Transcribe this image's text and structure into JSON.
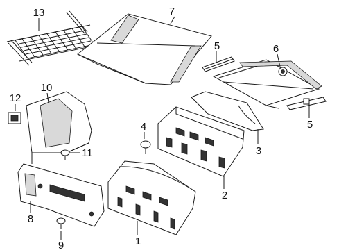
{
  "diagram": {
    "callouts": [
      {
        "id": "c1",
        "label": "1"
      },
      {
        "id": "c2",
        "label": "2"
      },
      {
        "id": "c3",
        "label": "3"
      },
      {
        "id": "c4",
        "label": "4"
      },
      {
        "id": "c5a",
        "label": "5"
      },
      {
        "id": "c5b",
        "label": "5"
      },
      {
        "id": "c6",
        "label": "6"
      },
      {
        "id": "c7",
        "label": "7"
      },
      {
        "id": "c8",
        "label": "8"
      },
      {
        "id": "c9",
        "label": "9"
      },
      {
        "id": "c10",
        "label": "10"
      },
      {
        "id": "c11",
        "label": "11"
      },
      {
        "id": "c12",
        "label": "12"
      },
      {
        "id": "c13",
        "label": "13"
      }
    ]
  }
}
